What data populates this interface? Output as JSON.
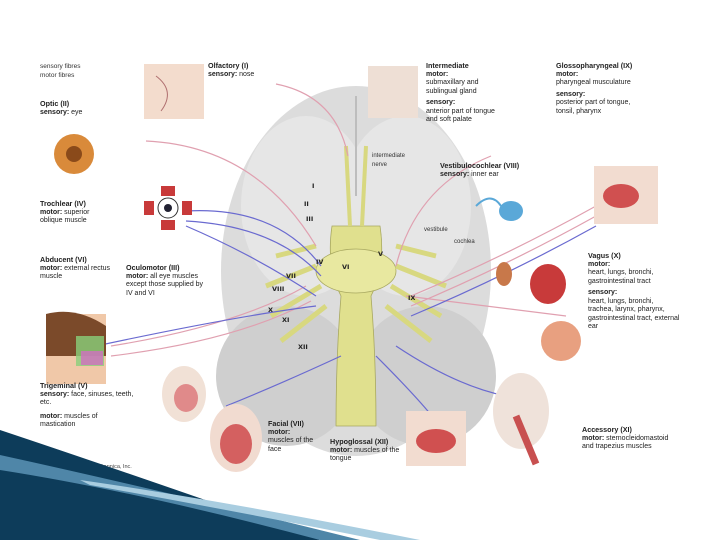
{
  "legend": {
    "sensory": "sensory fibres",
    "motor": "motor fibres"
  },
  "nerves": {
    "olfactory": {
      "title": "Olfactory (I)",
      "lines": [
        {
          "k": "sensory:",
          "v": "nose"
        }
      ]
    },
    "optic": {
      "title": "Optic (II)",
      "lines": [
        {
          "k": "sensory:",
          "v": "eye"
        }
      ]
    },
    "intermediate": {
      "title": "Intermediate",
      "lines": [
        {
          "k": "motor:",
          "v": "submaxillary and sublingual gland"
        },
        {
          "k": "sensory:",
          "v": "anterior part of tongue and soft palate"
        }
      ]
    },
    "intermediate_nerve": "intermediate nerve",
    "glossopharyngeal": {
      "title": "Glossopharyngeal (IX)",
      "lines": [
        {
          "k": "motor:",
          "v": "pharyngeal musculature"
        },
        {
          "k": "sensory:",
          "v": "posterior part of tongue, tonsil, pharynx"
        }
      ]
    },
    "vestibulocochlear": {
      "title": "Vestibulocochlear (VIII)",
      "lines": [
        {
          "k": "sensory:",
          "v": "inner ear"
        }
      ]
    },
    "vestibule": "vestibule",
    "cochlea": "cochlea",
    "trochlear": {
      "title": "Trochlear (IV)",
      "lines": [
        {
          "k": "motor:",
          "v": "superior oblique muscle"
        }
      ]
    },
    "abducent": {
      "title": "Abducent (VI)",
      "lines": [
        {
          "k": "motor:",
          "v": "external rectus muscle"
        }
      ]
    },
    "oculomotor": {
      "title": "Oculomotor (III)",
      "lines": [
        {
          "k": "motor:",
          "v": "all eye muscles except those supplied by IV and VI"
        }
      ]
    },
    "vagus": {
      "title": "Vagus (X)",
      "lines": [
        {
          "k": "motor:",
          "v": "heart, lungs, bronchi, gastrointestinal tract"
        },
        {
          "k": "sensory:",
          "v": "heart, lungs, bronchi, trachea, larynx, pharynx, gastrointestinal tract, external ear"
        }
      ]
    },
    "trigeminal": {
      "title": "Trigeminal (V)",
      "lines": [
        {
          "k": "sensory:",
          "v": "face, sinuses, teeth, etc."
        },
        {
          "k": "motor:",
          "v": "muscles of mastication"
        }
      ]
    },
    "facial": {
      "title": "Facial (VII)",
      "lines": [
        {
          "k": "motor:",
          "v": "muscles of the face"
        }
      ]
    },
    "hypoglossal": {
      "title": "Hypoglossal (XII)",
      "lines": [
        {
          "k": "motor:",
          "v": "muscles of the tongue"
        }
      ]
    },
    "accessory": {
      "title": "Accessory (XI)",
      "lines": [
        {
          "k": "motor:",
          "v": "sternocleidomastoid and trapezius muscles"
        }
      ]
    }
  },
  "roman_labels": [
    "I",
    "II",
    "III",
    "IV",
    "V",
    "VI",
    "VII",
    "VIII",
    "IX",
    "X",
    "XI",
    "XII"
  ],
  "copyright": "© 2007 Encyclopædia Britannica, Inc.",
  "colors": {
    "sensory": "#e0a0b0",
    "motor": "#6a6ad0",
    "brainstem": "#dede8a",
    "brain": "#d9d9d9",
    "swoosh_dark": "#0d3c5a",
    "swoosh_light": "#7fb2cf"
  }
}
